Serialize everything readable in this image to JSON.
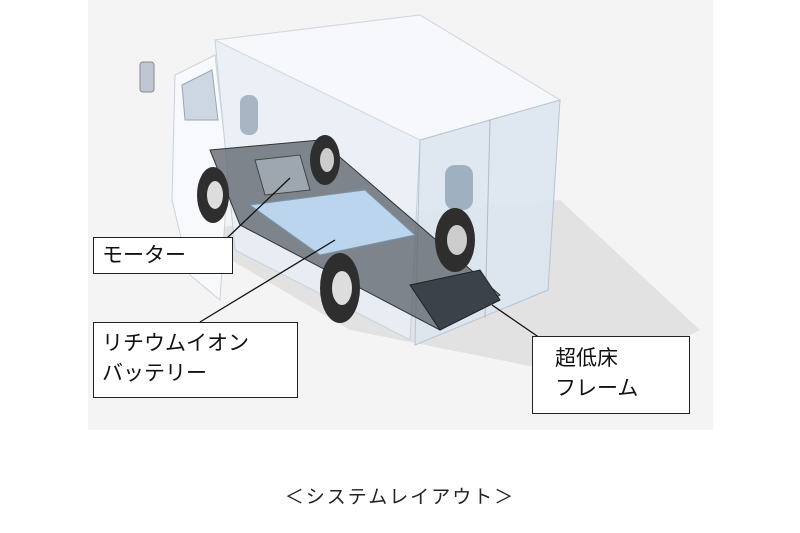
{
  "labels": {
    "motor": "モーター",
    "battery_line1": "リチウムイオン",
    "battery_line2": "バッテリー",
    "frame_line1": "超低床",
    "frame_line2": "フレーム"
  },
  "caption": "＜システムレイアウト＞",
  "colors": {
    "body": "#dfe8f2",
    "battery": "#b9d3ec",
    "chassis": "#4a4f57",
    "shadow": "#e6e6e6"
  }
}
